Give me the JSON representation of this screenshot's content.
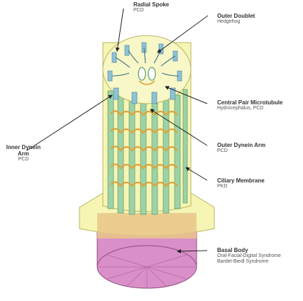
{
  "labels": {
    "radial_spoke": {
      "title": "Radial Spoke",
      "disease": "PCD"
    },
    "outer_doublet": {
      "title": "Outer Doublet",
      "disease": "Hedgehog"
    },
    "central_pair": {
      "title": "Central Pair Microtubule",
      "disease": "Hydrocephalus, PCD"
    },
    "inner_dynein": {
      "title_line1": "Inner Dynein",
      "title_line2": "Arm",
      "disease": "PCD"
    },
    "outer_dynein": {
      "title": "Outer Dynein Arm",
      "disease": "PCD"
    },
    "ciliary_membrane": {
      "title": "Ciliary Membrane",
      "disease": "PKD"
    },
    "basal_body": {
      "title": "Basal Body",
      "disease_line1": "Oral-Facial-Digital Syndrome",
      "disease_line2": "Bardet-Biedl Syndrome"
    }
  },
  "colors": {
    "membrane": "#f6f5b4",
    "basal_ring": "#e9c68a",
    "basal_body": "#d98fc8",
    "microtubule": "#9dd2a6",
    "spoke": "#8ec3d6",
    "dynein_arm": "#e0a23a",
    "pointer": "#222222"
  }
}
